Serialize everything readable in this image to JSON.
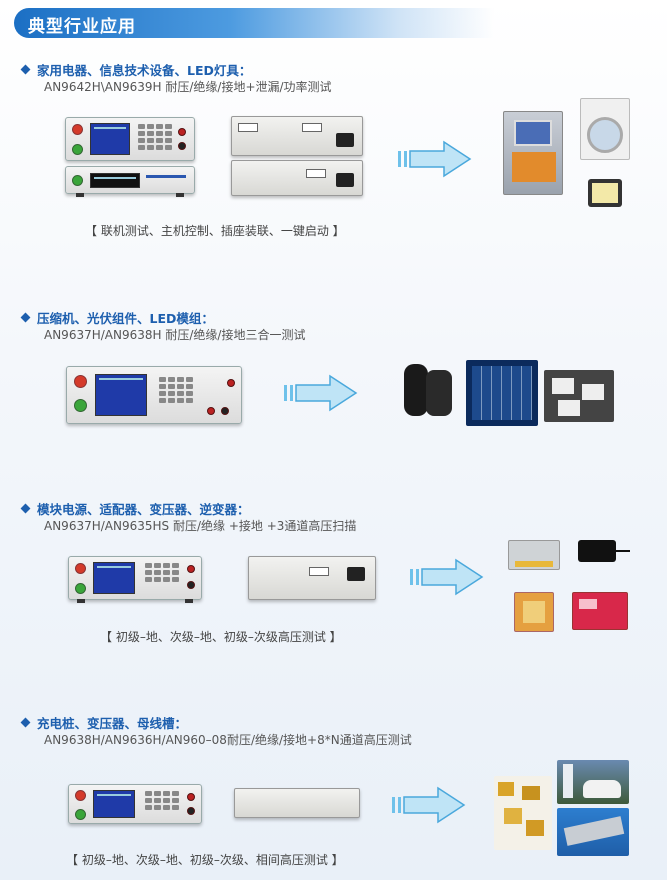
{
  "page_title": "典型行业应用",
  "sections": [
    {
      "heading": "家用电器、信息技术设备、LED灯具：",
      "models": "AN9642H\\AN9639H 耐压/绝缘/接地+泄漏/功率测试",
      "caption": "【 联机测试、主机控制、插座装联、一键启动 】",
      "products": [
        "ATM机",
        "洗衣机",
        "LED灯具"
      ]
    },
    {
      "heading": "压缩机、光伏组件、LED模组：",
      "models": "AN9637H/AN9638H 耐压/绝缘/接地三合一测试",
      "caption": "",
      "products": [
        "压缩机",
        "光伏组件",
        "LED模组"
      ]
    },
    {
      "heading": "模块电源、适配器、变压器、逆变器：",
      "models": "AN9637H/AN9635HS 耐压/绝缘 +接地 +3通道高压扫描",
      "caption": "【 初级–地、次级–地、初级–次级高压测试 】",
      "products": [
        "模块电源",
        "适配器",
        "变压器",
        "逆变器"
      ]
    },
    {
      "heading": "充电桩、变压器、母线槽：",
      "models": "AN9638H/AN9636H/AN960–08耐压/绝缘/接地+8*N通道高压测试",
      "caption": "【 初级–地、次级–地、初级–次级、相间高压测试 】",
      "products": [
        "变压器",
        "充电桩",
        "母线槽"
      ]
    }
  ],
  "colors": {
    "heading": "#1d5fae",
    "arrow": "#6ec1ea",
    "title_bar": "#1b6fc4"
  }
}
